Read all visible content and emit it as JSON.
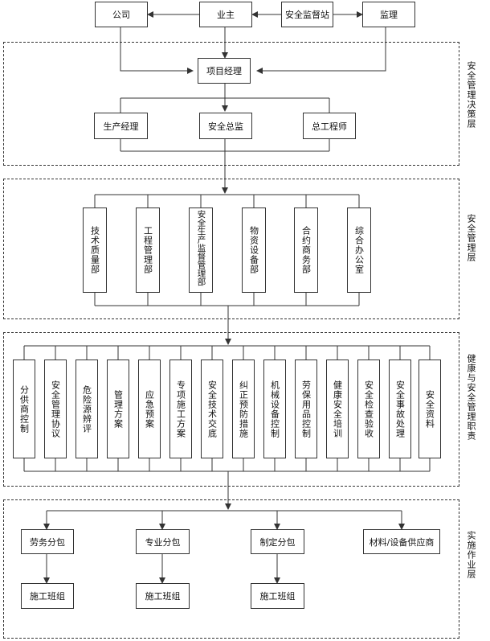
{
  "top": {
    "company": "公司",
    "owner": "业主",
    "supervision_station": "安全监督站",
    "supervisor": "监理"
  },
  "decision": {
    "project_manager": "项目经理",
    "production_manager": "生产经理",
    "safety_director": "安全总监",
    "chief_engineer": "总工程师"
  },
  "management": {
    "departments": [
      "技术质量部",
      "工程管理部",
      "安全生产监督管理部",
      "物资设备部",
      "合约商务部",
      "综合办公室"
    ]
  },
  "health": {
    "items": [
      "分供商控制",
      "安全管理协议",
      "危险源辨评",
      "管理方案",
      "应急预案",
      "专项施工方案",
      "安全技术交底",
      "纠正预防措施",
      "机械设备控制",
      "劳保用品控制",
      "健康安全培训",
      "安全检查验收",
      "安全事故处理",
      "安全资料"
    ]
  },
  "implementation": {
    "contractors": [
      "劳务分包",
      "专业分包",
      "制定分包",
      "材料/设备供应商"
    ],
    "team": "施工班组"
  },
  "layers": {
    "decision": "安全管理决策层",
    "management": "安全管理层",
    "health": "健康与安全管理职责",
    "implementation": "实施作业层"
  }
}
